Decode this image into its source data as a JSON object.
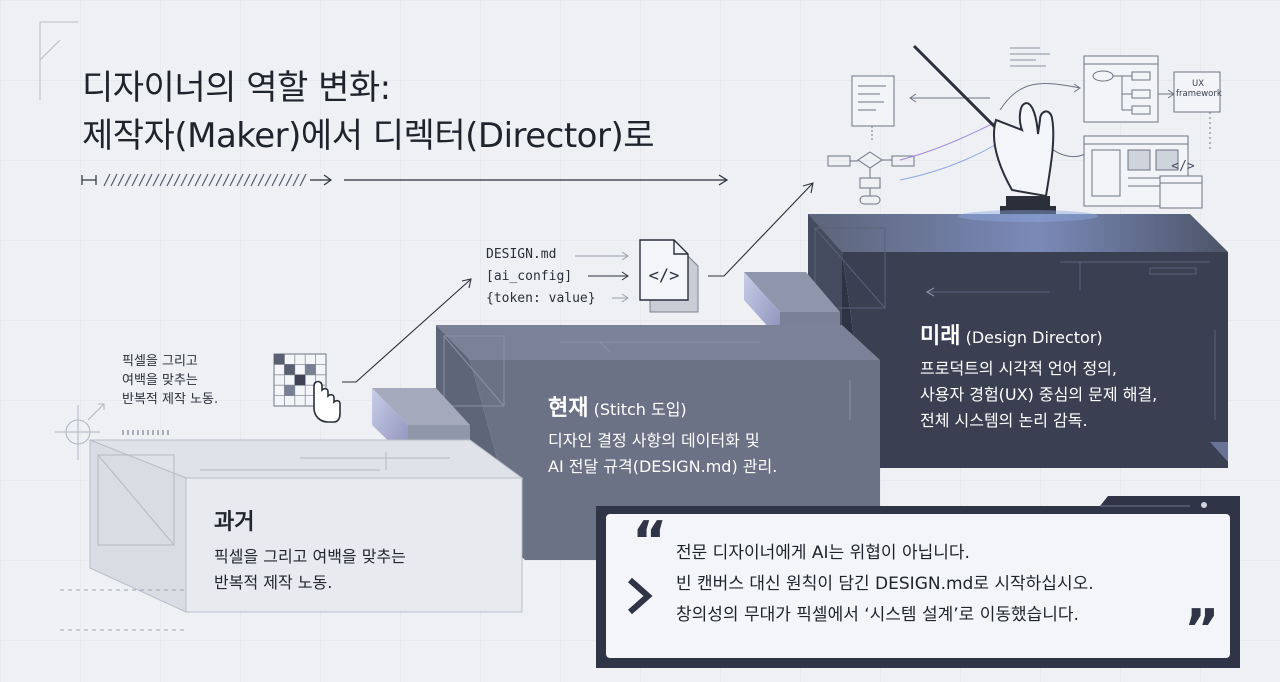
{
  "header": {
    "title_line1": "디자이너의 역할 변화:",
    "title_line2": "제작자(Maker)에서 디렉터(Director)로"
  },
  "pixel_note": [
    "픽셀을 그리고",
    "여백을 맞추는",
    "반복적 제작 노동."
  ],
  "config_lines": [
    "DESIGN.md",
    "[ai_config]",
    "{token: value}"
  ],
  "code_icon": "</>",
  "side_labels": {
    "ux_framework": [
      "UX",
      "framework"
    ]
  },
  "stages": {
    "past": {
      "title": "과거",
      "desc": [
        "픽셀을 그리고 여백을 맞추는",
        "반복적 제작 노동."
      ]
    },
    "present": {
      "title": "현재",
      "sub": "(Stitch 도입)",
      "desc": [
        "디자인 결정 사항의 데이터화 및",
        "AI 전달 규격(DESIGN.md) 관리."
      ]
    },
    "future": {
      "title": "미래",
      "sub": "(Design Director)",
      "desc": [
        "프로덕트의 시각적 언어 정의,",
        "사용자 경험(UX) 중심의 문제 해결,",
        "전체 시스템의 논리 감독."
      ]
    }
  },
  "quote": {
    "open_mark": "“",
    "close_mark": "”",
    "lines": [
      "전문 디자이너에게 AI는 위협이 아닙니다.",
      "빈 캔버스 대신 원칙이 담긴 DESIGN.md로 시작하십시오.",
      "창의성의 무대가 픽셀에서 ‘시스템 설계’로 이동했습니다."
    ]
  },
  "colors": {
    "past_box": "#e8eaef",
    "present_box": "#6b7286",
    "future_box": "#3a4052",
    "quote_border": "#2f3546",
    "accent_blue": "#6f8fd6",
    "accent_purple": "#b39ae0"
  }
}
